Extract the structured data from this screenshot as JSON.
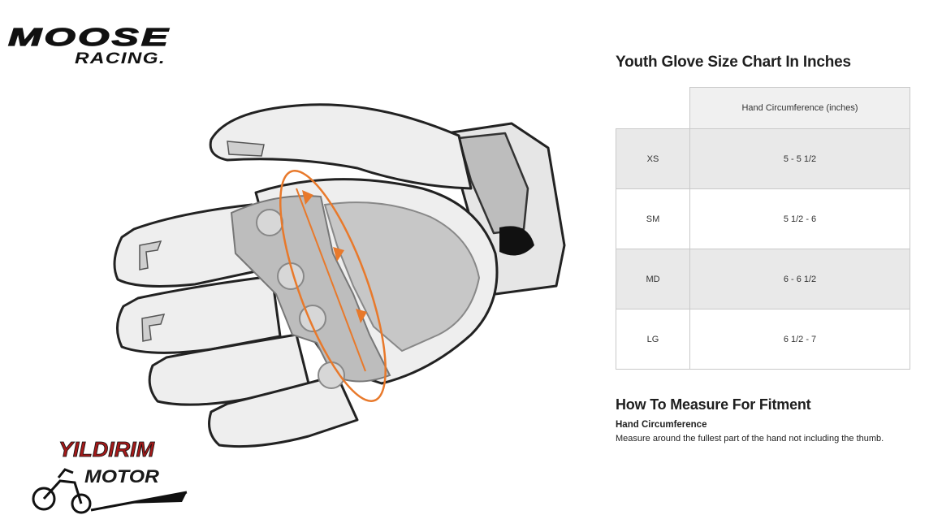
{
  "brand": {
    "logo_line1": "MOOSE",
    "logo_line2": "RACING."
  },
  "size_chart": {
    "title": "Youth Glove Size Chart In Inches",
    "column_header": "Hand Circumference (inches)",
    "rows": [
      {
        "size": "XS",
        "range": "5 - 5 1/2"
      },
      {
        "size": "SM",
        "range": "5 1/2 - 6"
      },
      {
        "size": "MD",
        "range": "6 - 6 1/2"
      },
      {
        "size": "LG",
        "range": "6 1/2 - 7"
      }
    ]
  },
  "measure": {
    "title": "How To Measure For Fitment",
    "subtitle": "Hand Circumference",
    "description": "Measure around the fullest part of the hand not including the thumb."
  },
  "watermark": {
    "line1": "YILDIRIM",
    "line2": "MOTOR"
  },
  "colors": {
    "accent_orange": "#e8792b",
    "glove_outline": "#222222",
    "glove_fill": "#eeeeee",
    "palm_fill": "#c7c7c7",
    "table_shade": "#e9e9e9",
    "watermark_red": "#a31a1a"
  },
  "icons": [
    "glove-illustration",
    "measure-arrow-icon",
    "dirt-bike-icon"
  ]
}
